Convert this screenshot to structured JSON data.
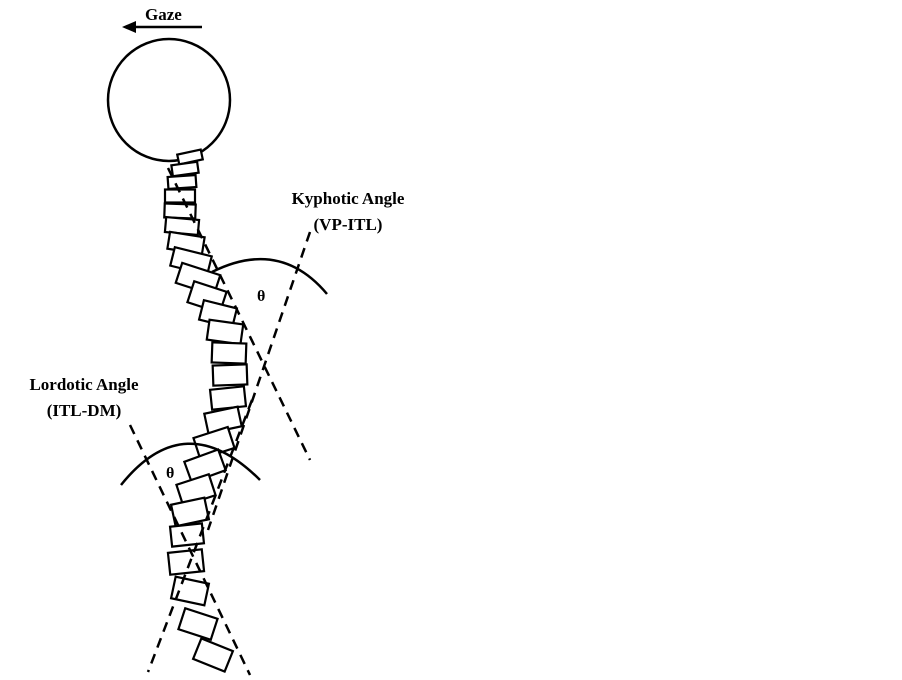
{
  "labels": {
    "gaze": "Gaze",
    "kyphotic_title": "Kyphotic Angle",
    "kyphotic_sub": "(VP-ITL)",
    "lordotic_title": "Lordotic Angle",
    "lordotic_sub": "(ITL-DM)",
    "theta": "θ"
  }
}
